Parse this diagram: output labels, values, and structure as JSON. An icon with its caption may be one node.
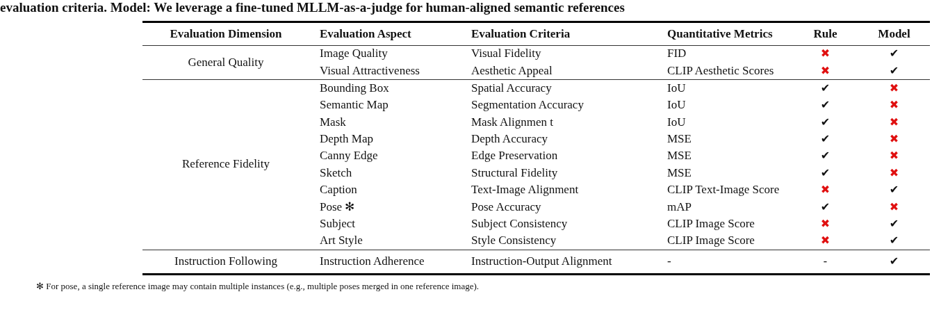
{
  "diagram": {
    "labels": [
      "evaluation criteria. Model: We leverage a fine-tuned MLLM-as-a-judge for human-aligned semantic references",
      "Evaluation Dimension",
      "Evaluation Aspect",
      "Evaluation Criteria",
      "Quantitative Metrics",
      "Rule",
      "Model",
      "General Quality",
      "Image Quality",
      "Visual Fidelity",
      "FID",
      "✖",
      "✔",
      "Visual Attractiveness",
      "Aesthetic Appeal",
      "CLIP Aesthetic Scores",
      "✖",
      "✔",
      "Reference Fidelity",
      "Bounding Box",
      "Spatial Accuracy",
      "IoU",
      "✔",
      "✖",
      "Semantic Map",
      "Segmentation Accuracy",
      "IoU",
      "✔",
      "✖",
      "Mask",
      "Mask Alignmen t",
      "IoU",
      "✔",
      "✖",
      "Depth Map",
      "Depth Accuracy",
      "MSE",
      "✔",
      "✖",
      "Canny Edge",
      "Edge Preservation",
      "MSE",
      "✔",
      "✖",
      "Sketch",
      "Structural Fidelity",
      "MSE",
      "✔",
      "✖",
      "Caption",
      "Text-Image Alignment",
      "CLIP Text-Image Score",
      "✖",
      "✔",
      "Pose ✻",
      "Pose Accuracy",
      "mAP",
      "✔",
      "✖",
      "Subject",
      "Subject Consistency",
      "CLIP Image Score",
      "✖",
      "✔",
      "Art Style",
      "Style Consistency",
      "CLIP Image Score",
      "✖",
      "✔",
      "Instruction Following",
      "Instruction Adherence",
      "Instruction-Output Alignment",
      "-",
      "-",
      "✔",
      "✻ For pose, a single reference image may contain multiple instances (e.g., multiple poses merged in one reference image)."
    ]
  }
}
